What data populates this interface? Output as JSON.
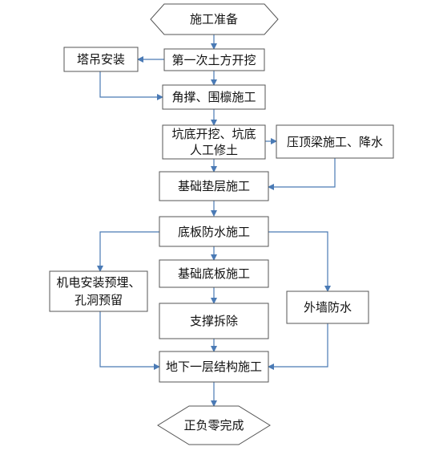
{
  "nodes": {
    "start": "施工准备",
    "excavation_first": "第一次土方开挖",
    "tower_crane": "塔吊安装",
    "bracing": "角撑、围檩施工",
    "pit_bottom_line1": "坑底开挖、坑底",
    "pit_bottom_line2": "人工修土",
    "crown_beam": "压顶梁施工、降水",
    "cushion": "基础垫层施工",
    "waterproof_bottom": "底板防水施工",
    "mep_line1": "机电安装预埋、",
    "mep_line2": "孔洞预留",
    "foundation_slab": "基础底板施工",
    "support_removal": "支撑拆除",
    "wall_waterproof": "外墙防水",
    "basement_structure": "地下一层结构施工",
    "end": "正负零完成"
  },
  "colors": {
    "arrow": "#4a7ab5",
    "box_stroke": "#555555",
    "box_fill": "#ffffff"
  }
}
